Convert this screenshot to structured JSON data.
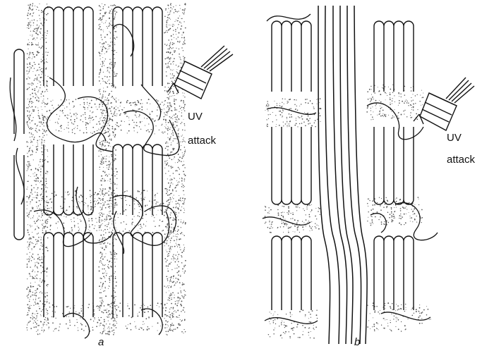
{
  "panels": [
    {
      "id": "a",
      "caption": "a",
      "uv_line1": "UV",
      "uv_line2": "attack"
    },
    {
      "id": "b",
      "caption": "b",
      "uv_line1": "UV",
      "uv_line2": "attack"
    }
  ],
  "colors": {
    "ink": "#111111",
    "stipple": "#555555",
    "background": "#ffffff"
  }
}
